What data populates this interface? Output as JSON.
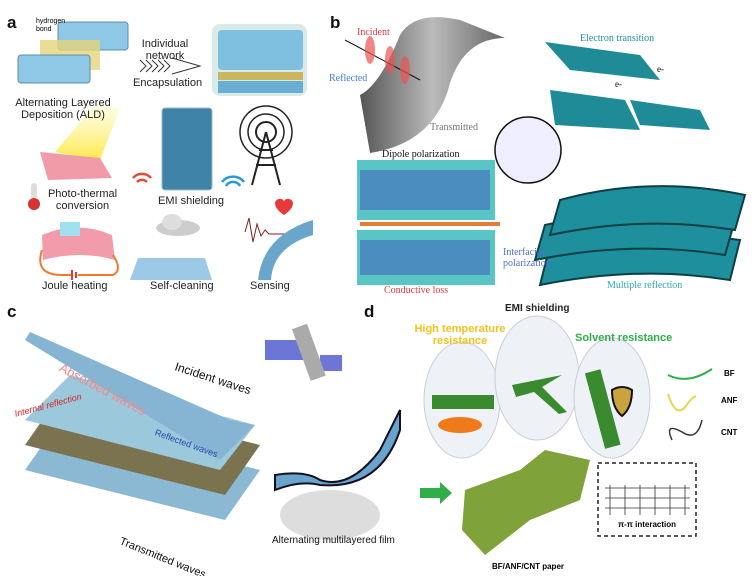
{
  "panel_a": {
    "label": "a",
    "hydrogen_bond": "hydrogen bond",
    "ald": "Alternating Layered Deposition (ALD)",
    "individual_network": "Individual network",
    "encapsulation": "Encapsulation",
    "photothermal": "Photo-thermal conversion",
    "emi_shielding": "EMI shielding",
    "joule_heating": "Joule heating",
    "self_cleaning": "Self-cleaning",
    "sensing": "Sensing"
  },
  "panel_b": {
    "label": "b",
    "incident": "Incident",
    "reflected": "Reflected",
    "transmitted": "Transmitted",
    "electron_transition": "Electron transition",
    "electron": "e-",
    "dipole_polarization": "Dipole polarization",
    "interfacial_polarization": "Interfacial polarization",
    "conductive_loss": "Conductive loss",
    "multiple_reflection": "Multiple reflection"
  },
  "panel_c": {
    "label": "c",
    "absorbed_waves": "Absorbed waves",
    "incident_waves": "Incident waves",
    "internal_reflection": "Internal reflection",
    "reflected_waves": "Reflected waves",
    "transmitted_waves": "Transmitted waves",
    "film": "Alternating multilayered film"
  },
  "panel_d": {
    "label": "d",
    "emi_shielding": "EMI shielding",
    "high_temp": "High temperature resistance",
    "solvent": "Solvent resistance",
    "legend": [
      "BF",
      "ANF",
      "CNT"
    ],
    "pi_pi": "π-π interaction",
    "paper": "BF/ANF/CNT paper"
  },
  "colors": {
    "teal": "#1e8f9c",
    "red": "#e0393c",
    "blue": "#3b7fd0",
    "green": "#2fae4a",
    "yellow": "#f2c21c"
  }
}
